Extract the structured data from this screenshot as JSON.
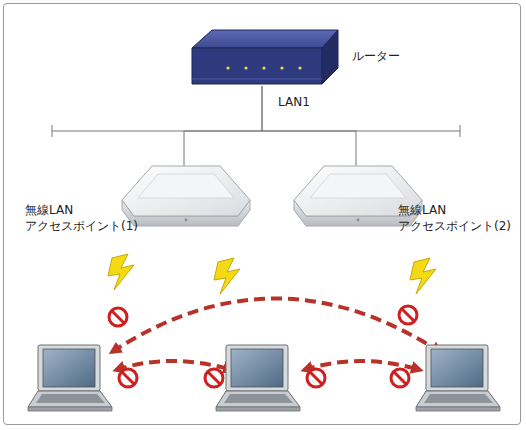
{
  "diagram": {
    "nodes": [
      {
        "text": [
          "ルーター"
        ]
      },
      {
        "text": [
          "無線LAN アクセスポイント(1)"
        ]
      },
      {
        "text": [
          "無線LAN アクセスポイント(2)"
        ]
      }
    ],
    "edges": [
      {
        "from": 0,
        "to": 1,
        "arrow": "none"
      },
      {
        "from": 0,
        "to": 2,
        "arrow": "none"
      }
    ],
    "labels": [
      "LAN1"
    ]
  }
}
